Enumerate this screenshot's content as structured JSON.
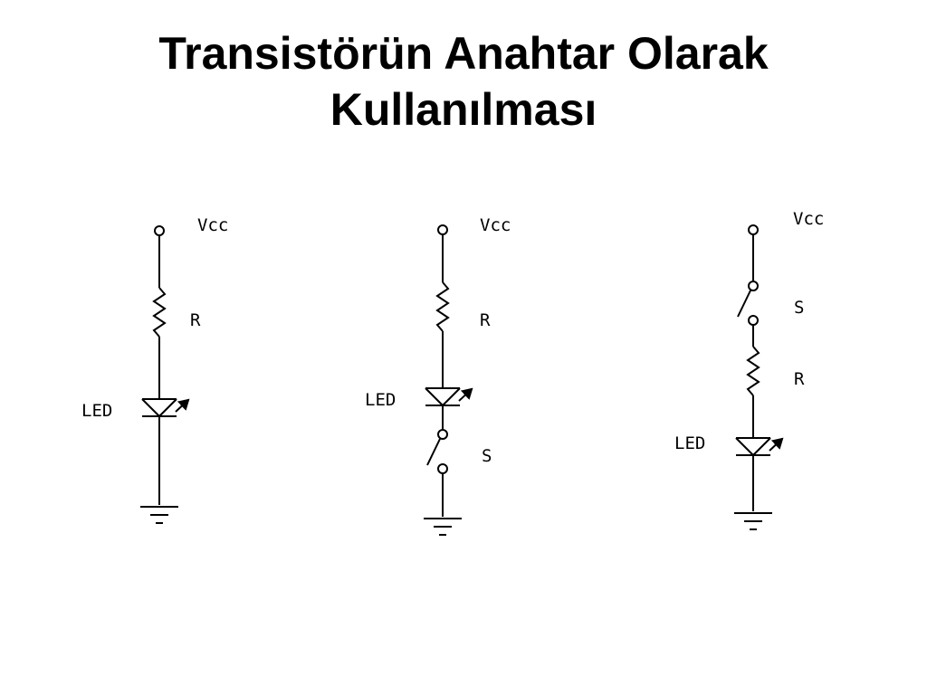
{
  "title": {
    "line1": "Transistörün Anahtar Olarak",
    "line2": "Kullanılması"
  },
  "circuits": [
    {
      "vcc_label": "Vcc",
      "resistor_label": "R",
      "led_label": "LED"
    },
    {
      "vcc_label": "Vcc",
      "resistor_label": "R",
      "led_label": "LED",
      "switch_label": "S"
    },
    {
      "vcc_label": "Vcc",
      "switch_label": "S",
      "resistor_label": "R",
      "led_label": "LED"
    }
  ]
}
